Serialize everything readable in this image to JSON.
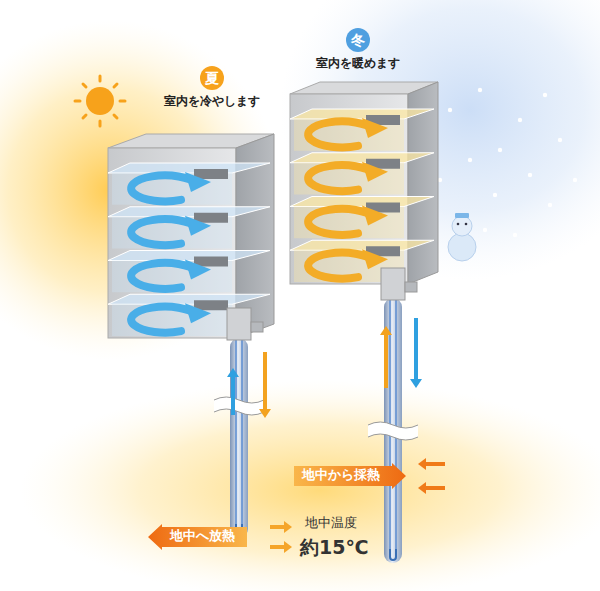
{
  "diagram": {
    "nodes": [
      {
        "text": [
          "夏",
          "室内を冷やします"
        ]
      },
      {
        "text": [
          "冬",
          "室内を暖めます"
        ]
      },
      {
        "text": [
          "地中から採熱"
        ]
      },
      {
        "text": [
          "地中へ放熱"
        ]
      }
    ],
    "labels": [
      "地中温度",
      "約15℃"
    ]
  }
}
